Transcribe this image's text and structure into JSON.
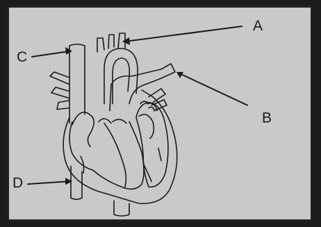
{
  "diagram": {
    "subject": "heart",
    "labels": {
      "a": "A",
      "b": "B",
      "c": "C",
      "d": "D"
    }
  },
  "colors": {
    "paper": "#c9c9c7",
    "ink": "#1a1a1a",
    "border": "#1c1c1c"
  }
}
